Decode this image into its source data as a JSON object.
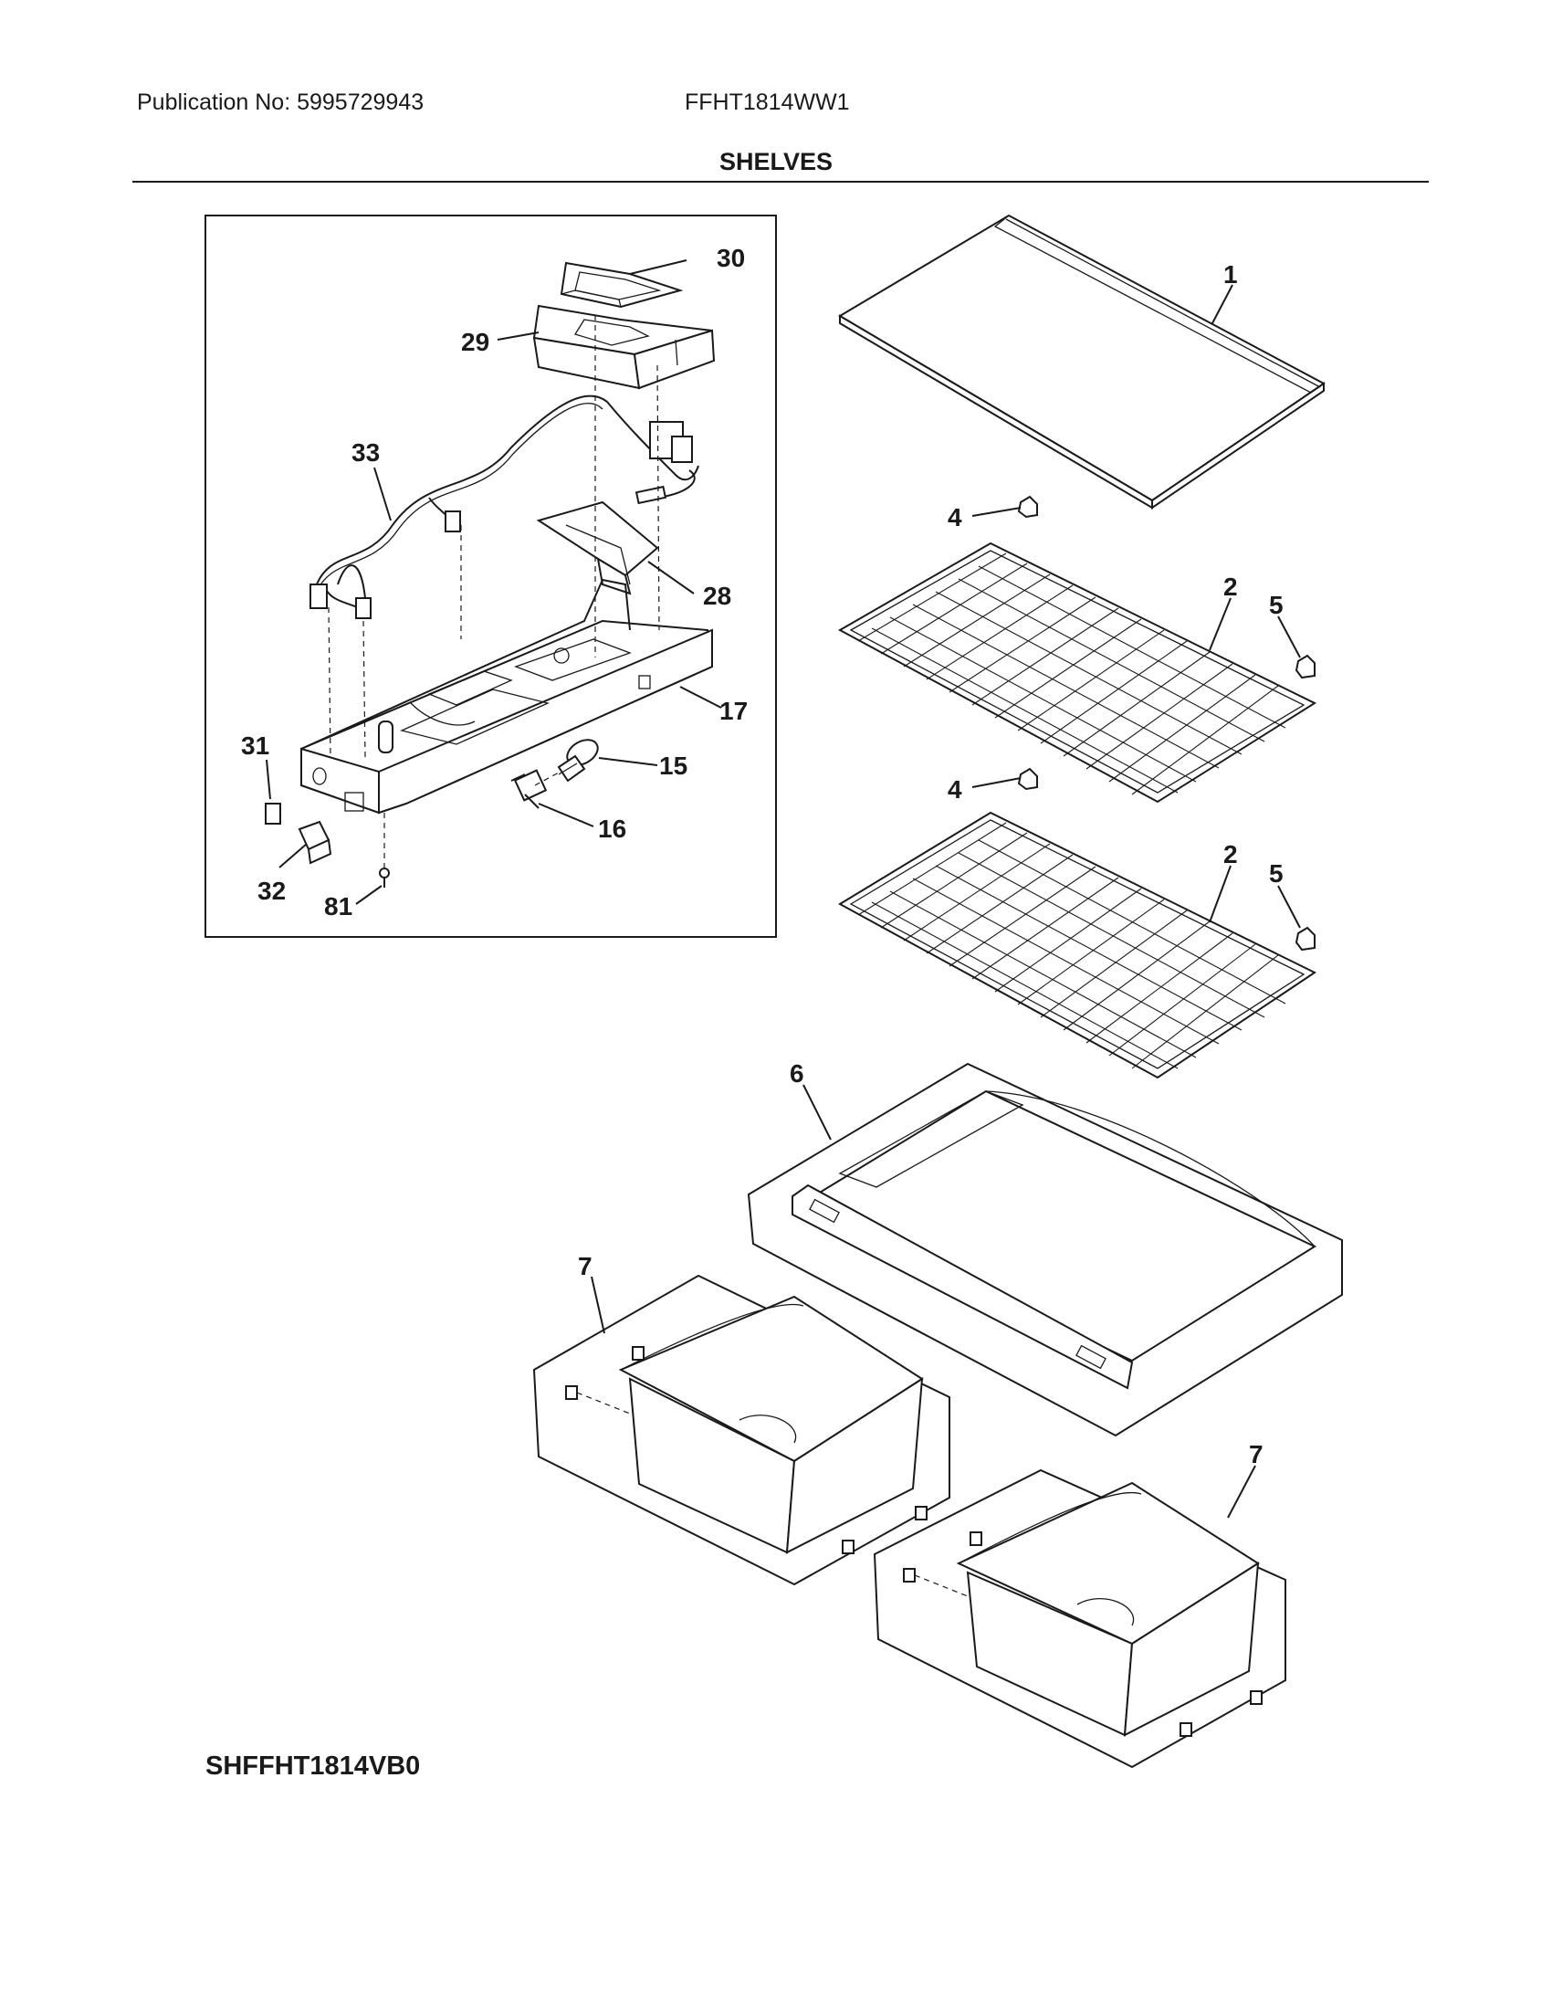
{
  "header": {
    "publication": "Publication No: 5995729943",
    "model": "FFHT1814WW1",
    "section_title": "SHELVES"
  },
  "footer": {
    "figure_code": "SHFFHT1814VB0"
  },
  "callouts": {
    "c30": "30",
    "c29": "29",
    "c33": "33",
    "c28": "28",
    "c17": "17",
    "c31": "31",
    "c15": "15",
    "c16": "16",
    "c32": "32",
    "c81": "81",
    "c1": "1",
    "c4a": "4",
    "c2a": "2",
    "c5a": "5",
    "c4b": "4",
    "c2b": "2",
    "c5b": "5",
    "c6": "6",
    "c7a": "7",
    "c7b": "7"
  }
}
